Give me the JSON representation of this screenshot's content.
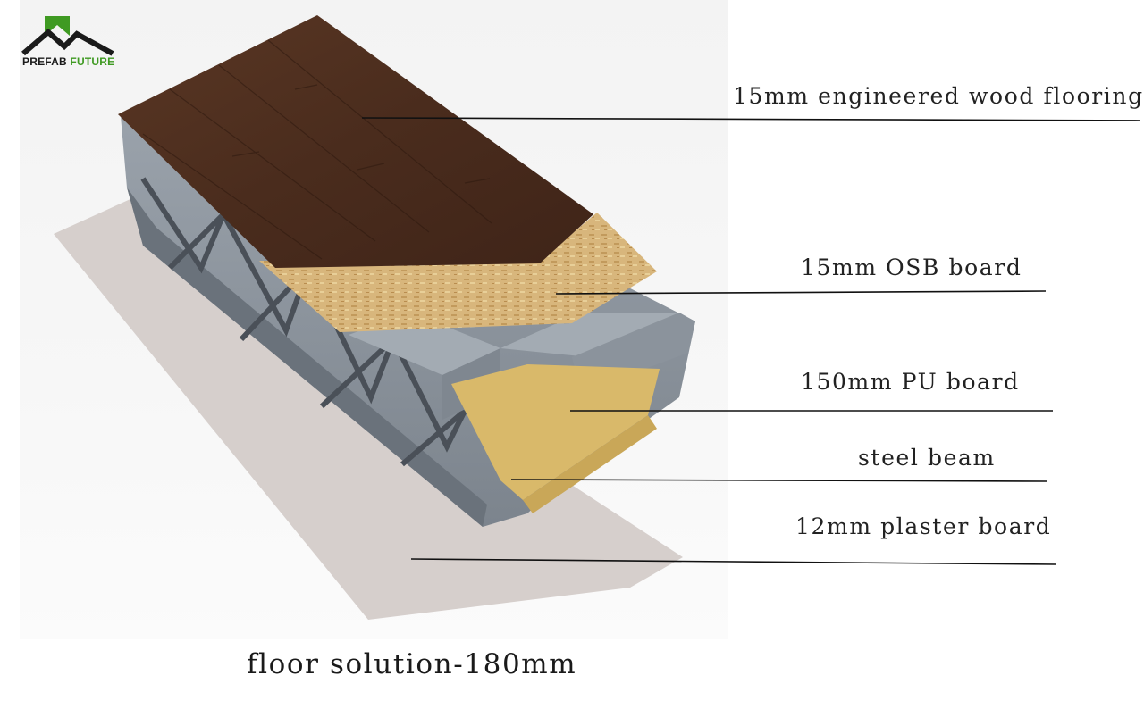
{
  "logo": {
    "word1": "PREFAB",
    "word2": "FUTURE",
    "accent_color": "#3f9a22",
    "dark_color": "#1a1a1a"
  },
  "layers": [
    {
      "label": "15mm engineered wood flooring",
      "color": "#4e2f20"
    },
    {
      "label": "15mm OSB board",
      "color": "#d8b67c"
    },
    {
      "label": "150mm PU board",
      "color": "#d9b96a"
    },
    {
      "label": "steel beam",
      "color": "#8b939c"
    },
    {
      "label": "12mm plaster board",
      "color": "#d6cfcc"
    }
  ],
  "caption": "floor solution-180mm"
}
